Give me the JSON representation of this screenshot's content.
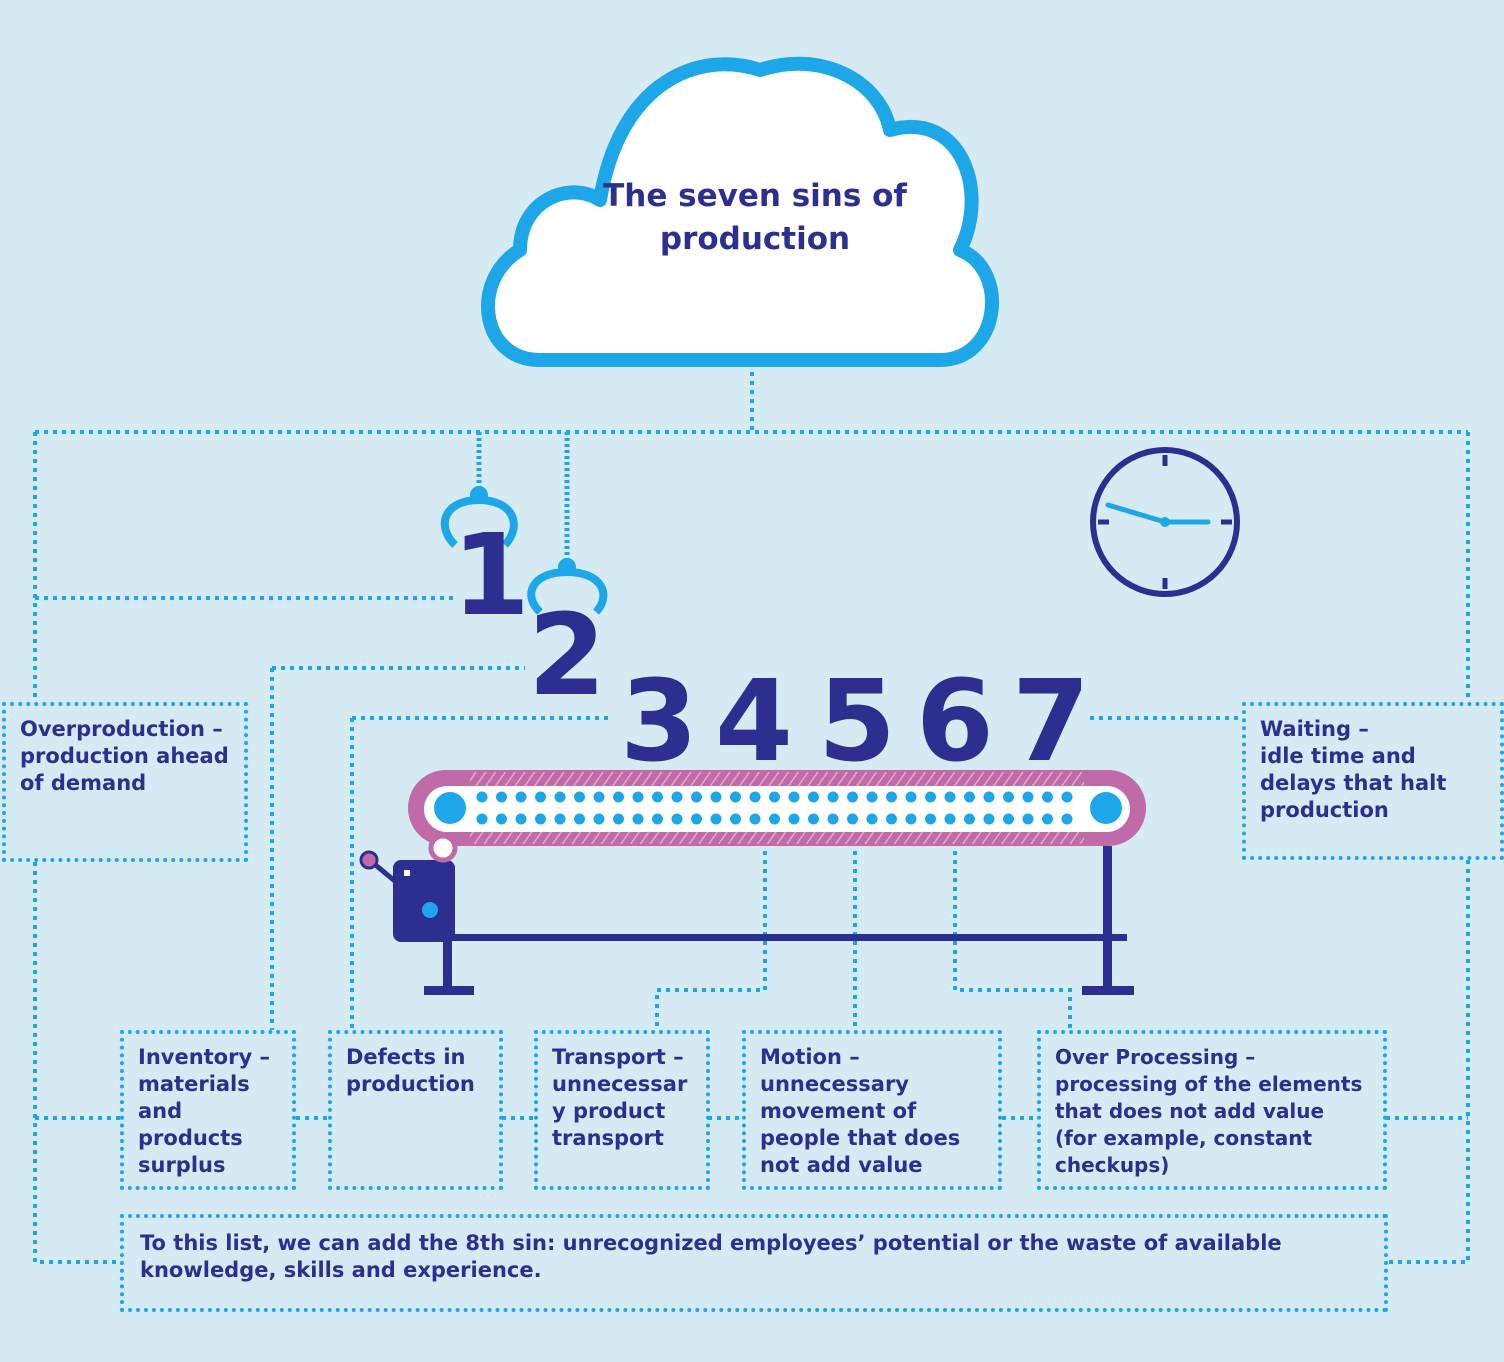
{
  "title": "The seven sins of production",
  "numbers": [
    "1",
    "2",
    "3",
    "4",
    "5",
    "6",
    "7"
  ],
  "sins": {
    "overproduction": {
      "title": "Overproduction –",
      "desc": "production ahead of demand"
    },
    "waiting": {
      "title": "Waiting –",
      "desc": "idle time and delays that halt production"
    },
    "inventory": {
      "title": "Inventory –",
      "desc": "materials and products surplus"
    },
    "defects": {
      "title": "Defects in production",
      "desc": ""
    },
    "transport": {
      "title": "Transport –",
      "desc": "unnecessar y product transport"
    },
    "motion": {
      "title": "Motion –",
      "desc": "unnecessary movement of people that does not add value"
    },
    "overprocessing": {
      "title": "Over Processing –",
      "desc": "processing of the elements that does not add value (for example, constant checkups)"
    }
  },
  "eighth_sin": "To this list, we can add the 8th sin: unrecognized employees’ potential or the waste of available knowledge, skills and experience.",
  "colors": {
    "background": "#d6eaf3",
    "navy": "#2c2f8f",
    "blue": "#1ea7e8",
    "pink": "#c06aa8",
    "white": "#ffffff"
  }
}
